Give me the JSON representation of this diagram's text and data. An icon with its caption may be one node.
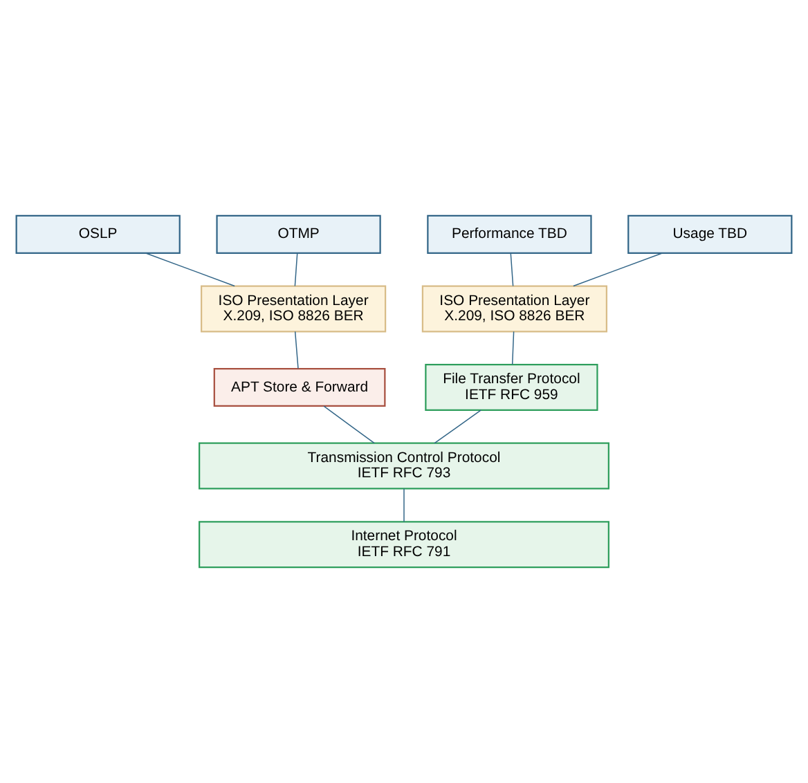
{
  "diagram": {
    "nodes": [
      {
        "text": [
          "OSLP"
        ]
      },
      {
        "text": [
          "Performance TBD"
        ]
      },
      {
        "text": [
          "OTMP"
        ]
      },
      {
        "text": [
          "Usage TBD"
        ]
      },
      {
        "text": [
          "ISO Presentation Layer",
          "X.209, ISO 8826 BER"
        ]
      },
      {
        "text": [
          "ISO Presentation Layer",
          "X.209, ISO 8826 BER"
        ]
      },
      {
        "text": [
          "APT Store & Forward"
        ]
      },
      {
        "text": [
          "File Transfer Protocol",
          "IETF RFC 959"
        ]
      },
      {
        "text": [
          "Transmission Control Protocol",
          "IETF RFC 793"
        ]
      },
      {
        "text": [
          "Internet Protocol",
          "IETF RFC 791"
        ]
      }
    ],
    "edges": [
      {
        "from": 0,
        "to": 4,
        "arrow": "none"
      },
      {
        "from": 2,
        "to": 4,
        "arrow": "none"
      },
      {
        "from": 3,
        "to": 5,
        "arrow": "none"
      },
      {
        "from": 1,
        "to": 5,
        "arrow": "none"
      },
      {
        "from": 4,
        "to": 6,
        "arrow": "none"
      },
      {
        "from": 5,
        "to": 7,
        "arrow": "none"
      },
      {
        "from": 6,
        "to": 8,
        "arrow": "none"
      },
      {
        "from": 7,
        "to": 8,
        "arrow": "none"
      },
      {
        "from": 8,
        "to": 9,
        "arrow": "none"
      }
    ]
  }
}
